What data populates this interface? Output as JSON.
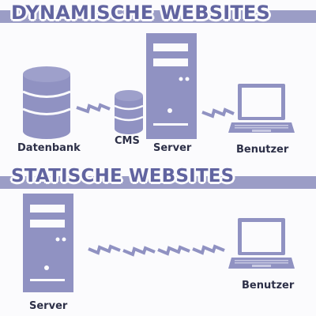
{
  "dynamic": {
    "heading": "DYNAMISCHE WEBSITES",
    "labels": {
      "database": "Datenbank",
      "cms": "CMS",
      "server": "Server",
      "user": "Benutzer"
    }
  },
  "static": {
    "heading": "STATISCHE WEBSITES",
    "labels": {
      "server": "Server",
      "user": "Benutzer"
    }
  },
  "colors": {
    "band": "#9b9dc6",
    "icon": "#9092c2",
    "icon_dark": "#7275a8",
    "heading": "#6164a0",
    "label": "#2d3048",
    "background": "#fbfbfd"
  },
  "icons": [
    "database-icon",
    "cms-database-icon",
    "server-icon",
    "laptop-icon",
    "lightning-connection-icon"
  ]
}
